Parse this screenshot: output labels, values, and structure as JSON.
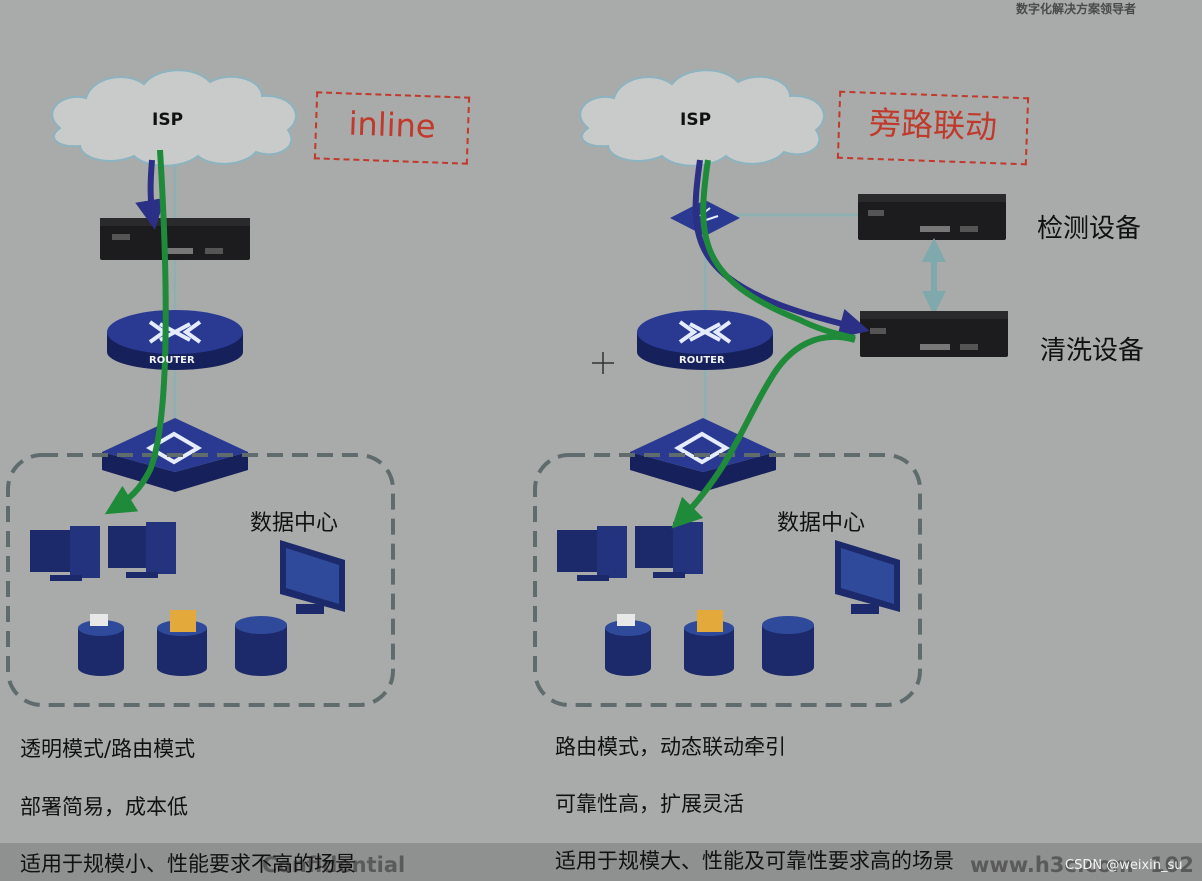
{
  "header": {
    "tagline": "数字化解决方案领导者"
  },
  "left": {
    "isp": "ISP",
    "mode_label": "inline",
    "router_label": "ROUTER",
    "dc_label": "数据中心",
    "notes": [
      "透明模式/路由模式",
      "部署简易，成本低",
      "适用于规模小、性能要求不高的场景"
    ]
  },
  "right": {
    "isp": "ISP",
    "mode_label": "旁路联动",
    "router_label": "ROUTER",
    "detect_label": "检测设备",
    "clean_label": "清洗设备",
    "dc_label": "数据中心",
    "notes": [
      "路由模式，动态联动牵引",
      "可靠性高，扩展灵活",
      "适用于规模大、性能及可靠性要求高的场景"
    ]
  },
  "footer": {
    "confidential": "Confidential",
    "site": "www.h3c.com",
    "page_number": "102",
    "watermark": "CSDN @weixin_su"
  },
  "colors": {
    "background": "#a9abaa",
    "device_blue": "#1d2a6b",
    "traffic_green": "#1f8a3a",
    "redirect_navy": "#2b2f86",
    "dashed_red": "#c0392b",
    "dc_border": "#5f6b6c"
  }
}
